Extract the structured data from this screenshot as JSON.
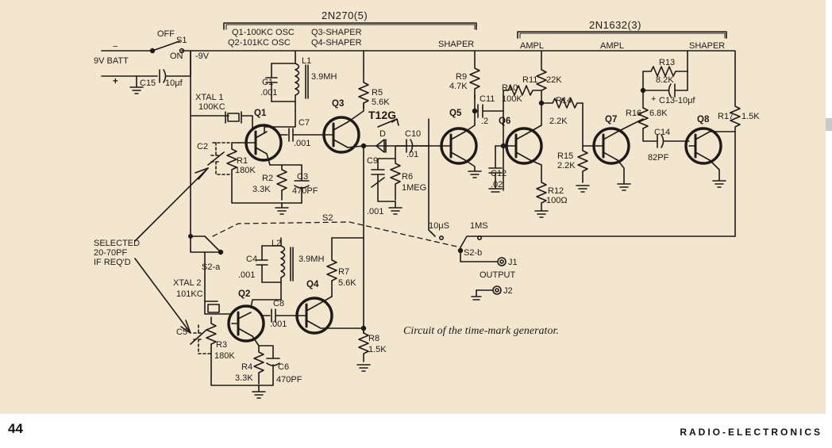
{
  "figure": {
    "caption": "Circuit of the time-mark generator.",
    "page_number": "44",
    "magazine": "RADIO-ELECTRONICS"
  },
  "groups": {
    "osc_group": "2N270(5)",
    "amp_group": "2N1632(3)",
    "q1_desc": "Q1-100KC OSC",
    "q2_desc": "Q2-101KC OSC",
    "q3_desc": "Q3-SHAPER",
    "q4_desc": "Q4-SHAPER",
    "stage_shaper_1": "SHAPER",
    "stage_ampl_1": "AMPL",
    "stage_ampl_2": "AMPL",
    "stage_shaper_2": "SHAPER"
  },
  "power": {
    "battery": "9V BATT",
    "switch": "S1",
    "off": "OFF",
    "on": "ON",
    "rail": "-9V",
    "c15": "C15",
    "c15_value": "10μf",
    "minus": "−",
    "plus": "+"
  },
  "components": {
    "l1": "L1",
    "l1_value": "3.9MH",
    "c1": "C1",
    "c1_value": ".001",
    "xtal1": "XTAL 1",
    "xtal1_value": "100KC",
    "q1": "Q1",
    "c7": "C7",
    "c7_value": ".001",
    "q3": "Q3",
    "r5": "R5",
    "r5_value": "5.6K",
    "diode_d": "D",
    "diode_type": "T12G",
    "c10": "C10",
    "c10_value": ".01",
    "c9": "C9",
    "c9_value": ".001",
    "r6": "R6",
    "r6_value": "1MEG",
    "c2": "C2",
    "r1": "R1",
    "r1_value": "180K",
    "r2": "R2",
    "r2_value": "3.3K",
    "c3": "C3",
    "c3_value": "470PF",
    "r9": "R9",
    "r9_value": "4.7K",
    "q5": "Q5",
    "c11": "C11",
    "c11_value": ".2",
    "r10": "R10",
    "r10_value": "100K",
    "q6": "Q6",
    "c12": "C12",
    "c12_value": ".02",
    "r11": "R11",
    "r11_value": "22K",
    "r14": "R14",
    "r14_value": "2.2K",
    "r15": "R15",
    "r15_value": "2.2K",
    "r12": "R12",
    "r12_value": "100Ω",
    "q7": "Q7",
    "r13": "R13",
    "r13_value": "8.2K",
    "c13": "C13-10μf",
    "c13_plus": "+",
    "r16": "R16",
    "r16_value": "6.8K",
    "c14": "C14",
    "c14_value": "82PF",
    "q8": "Q8",
    "r17": "R17",
    "r17_value": "1.5K",
    "s2": "S2",
    "s2a": "S2-a",
    "s2b": "S2-b",
    "pos_10us": "10μS",
    "pos_1ms": "1MS",
    "j1": "J1",
    "j2": "J2",
    "output": "OUTPUT",
    "selected_note_1": "SELECTED",
    "selected_note_2": "20-70PF",
    "selected_note_3": "IF REQ'D",
    "l2": "L2",
    "l2_value": "3.9MH",
    "c4": "C4",
    "c4_value": ".001",
    "xtal2": "XTAL 2",
    "xtal2_value": "101KC",
    "q2": "Q2",
    "c8": "C8",
    "c8_value": ".001",
    "q4": "Q4",
    "r7": "R7",
    "r7_value": "5.6K",
    "r8": "R8",
    "r8_value": "1.5K",
    "c5": "C5",
    "r3": "R3",
    "r3_value": "180K",
    "r4": "R4",
    "r4_value": "3.3K",
    "c6": "C6",
    "c6_value": "470PF"
  },
  "colors": {
    "paper": "#f3e6cf",
    "ink": "#1d1a17",
    "page": "#ffffff"
  }
}
